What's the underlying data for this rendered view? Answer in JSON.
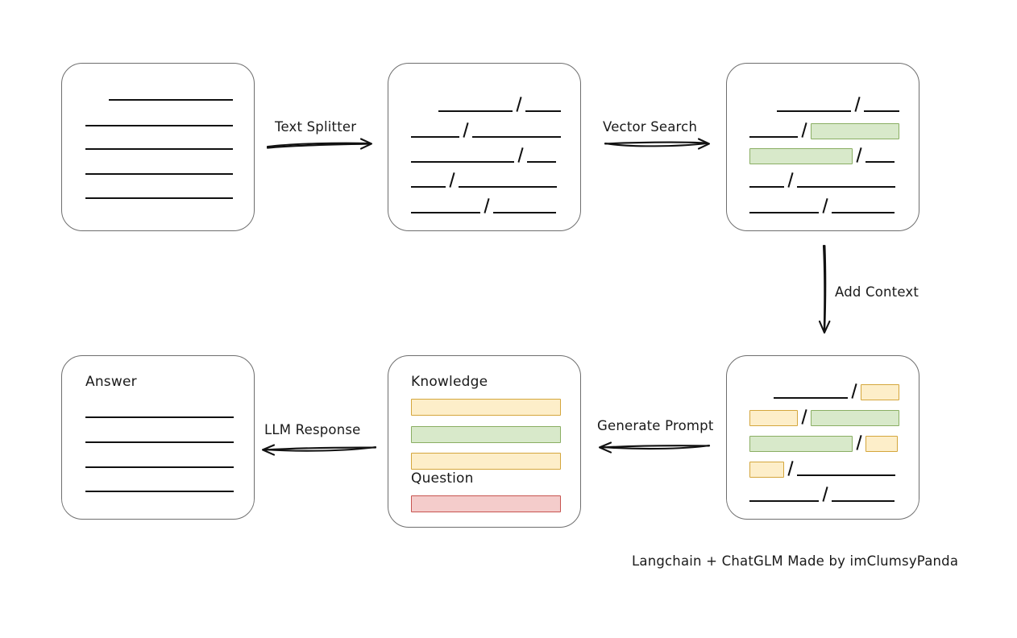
{
  "diagram": {
    "title_note": "Langchain + ChatGLM Made by imClumsyPanda",
    "edges": [
      {
        "id": "text-splitter",
        "label": "Text Splitter",
        "direction": "right"
      },
      {
        "id": "vector-search",
        "label": "Vector Search",
        "direction": "right"
      },
      {
        "id": "add-context",
        "label": "Add Context",
        "direction": "down"
      },
      {
        "id": "generate-prompt",
        "label": "Generate Prompt",
        "direction": "left"
      },
      {
        "id": "llm-response",
        "label": "LLM Response",
        "direction": "left"
      }
    ],
    "colors": {
      "highlight_green_fill": "#d8e9ca",
      "highlight_green_border": "#8aae63",
      "highlight_yellow_fill": "#fdeec9",
      "highlight_yellow_border": "#d4a63c",
      "highlight_red_fill": "#f4cccb",
      "highlight_red_border": "#c75450",
      "card_border": "#6e6e6e",
      "line": "#111111",
      "background": "#ffffff"
    },
    "nodes": {
      "source_document": {
        "id": "source-document",
        "label": "",
        "kind": "ruled-document",
        "line_count": 5
      },
      "split_chunks": {
        "id": "split-chunks",
        "label": "",
        "kind": "split-document",
        "separator": "/",
        "row_count": 5
      },
      "retrieved_chunks": {
        "id": "retrieved-chunks",
        "label": "",
        "kind": "split-document",
        "separator": "/",
        "row_count": 5,
        "highlight_count": 2,
        "highlight_color": "green"
      },
      "context_chunks": {
        "id": "context-chunks",
        "label": "",
        "kind": "split-document",
        "separator": "/",
        "row_count": 5,
        "green_highlight_count": 2,
        "yellow_highlight_count": 4
      },
      "prompt": {
        "id": "prompt-card",
        "knowledge_label": "Knowledge",
        "question_label": "Question",
        "knowledge_bars": [
          "yellow",
          "green",
          "yellow"
        ],
        "question_bars": [
          "red"
        ]
      },
      "answer": {
        "id": "answer-card",
        "label": "Answer",
        "line_count": 4
      }
    }
  }
}
